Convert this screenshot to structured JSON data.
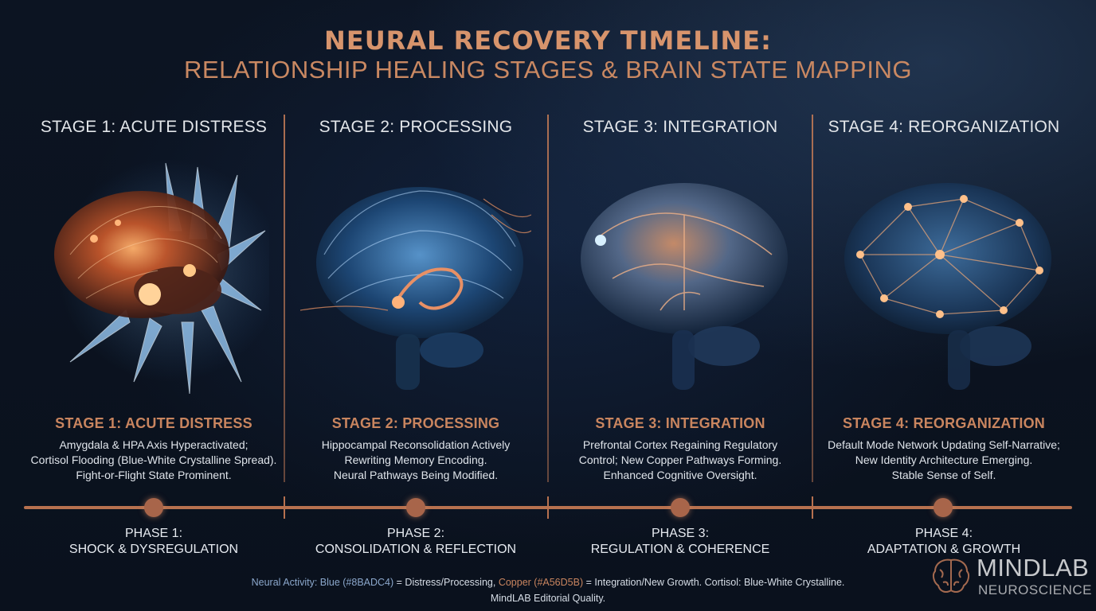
{
  "header": {
    "title": "NEURAL RECOVERY TIMELINE:",
    "subtitle": "RELATIONSHIP HEALING STAGES & BRAIN STATE MAPPING"
  },
  "colors": {
    "background": "#0b1320",
    "copper": "#c9855f",
    "blue": "#8ba7cb",
    "timeline": "#b7714f"
  },
  "stages": [
    {
      "title": "STAGE 1: ACUTE DISTRESS",
      "subtitle": "STAGE 1: ACUTE DISTRESS",
      "description": [
        "Amygdala & HPA Axis Hyperactivated;",
        "Cortisol Flooding (Blue-White Crystalline Spread).",
        "Fight-or-Flight State Prominent."
      ],
      "phase": [
        "PHASE 1:",
        "SHOCK & DYSREGULATION"
      ],
      "illustration": "brain-crystalline-distress"
    },
    {
      "title": "STAGE 2: PROCESSING",
      "subtitle": "STAGE 2: PROCESSING",
      "description": [
        "Hippocampal Reconsolidation Actively",
        "Rewriting Memory Encoding.",
        "Neural Pathways Being Modified."
      ],
      "phase": [
        "PHASE 2:",
        "CONSOLIDATION & REFLECTION"
      ],
      "illustration": "brain-hippocampus-processing"
    },
    {
      "title": "STAGE 3: INTEGRATION",
      "subtitle": "STAGE 3: INTEGRATION",
      "description": [
        "Prefrontal Cortex Regaining Regulatory",
        "Control; New Copper Pathways Forming.",
        "Enhanced Cognitive Oversight."
      ],
      "phase": [
        "PHASE 3:",
        "REGULATION & COHERENCE"
      ],
      "illustration": "brain-copper-pathways"
    },
    {
      "title": "STAGE 4: REORGANIZATION",
      "subtitle": "STAGE 4: REORGANIZATION",
      "description": [
        "Default Mode Network Updating Self-Narrative;",
        "New Identity Architecture Emerging.",
        "Stable Sense of Self."
      ],
      "phase": [
        "PHASE 4:",
        "ADAPTATION & GROWTH"
      ],
      "illustration": "brain-network-reorganization"
    }
  ],
  "footer": {
    "blue_term": "Neural Activity: Blue (#8BADC4)",
    "blue_rest": " = Distress/Processing, ",
    "copper_term": "Copper (#A56D5B)",
    "copper_rest": " = Integration/New Growth. Cortisol: Blue-White Crystalline.",
    "line2": "MindLAB Editorial Quality."
  },
  "logo": {
    "name": "MINDLAB",
    "tagline": "NEUROSCIENCE",
    "icon": "brain-icon"
  }
}
